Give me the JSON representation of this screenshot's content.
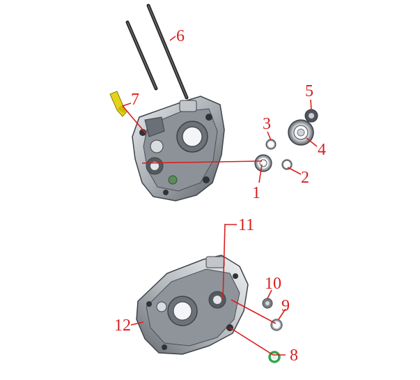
{
  "colors": {
    "callout": "#d81e1e",
    "metal": "#9aa0a6",
    "metal_dark": "#4a4f55",
    "rod": "#2b2b2b",
    "yellow": "#e6d21a",
    "green": "#2fa84f"
  },
  "parts": [
    {
      "id": "p1",
      "label": "1"
    },
    {
      "id": "p2",
      "label": "2"
    },
    {
      "id": "p3",
      "label": "3"
    },
    {
      "id": "p4",
      "label": "4"
    },
    {
      "id": "p5",
      "label": "5"
    },
    {
      "id": "p6",
      "label": "6"
    },
    {
      "id": "p7",
      "label": "7"
    },
    {
      "id": "p8",
      "label": "8"
    },
    {
      "id": "p9",
      "label": "9"
    },
    {
      "id": "p10",
      "label": "10"
    },
    {
      "id": "p11",
      "label": "11"
    },
    {
      "id": "p12",
      "label": "12"
    }
  ]
}
